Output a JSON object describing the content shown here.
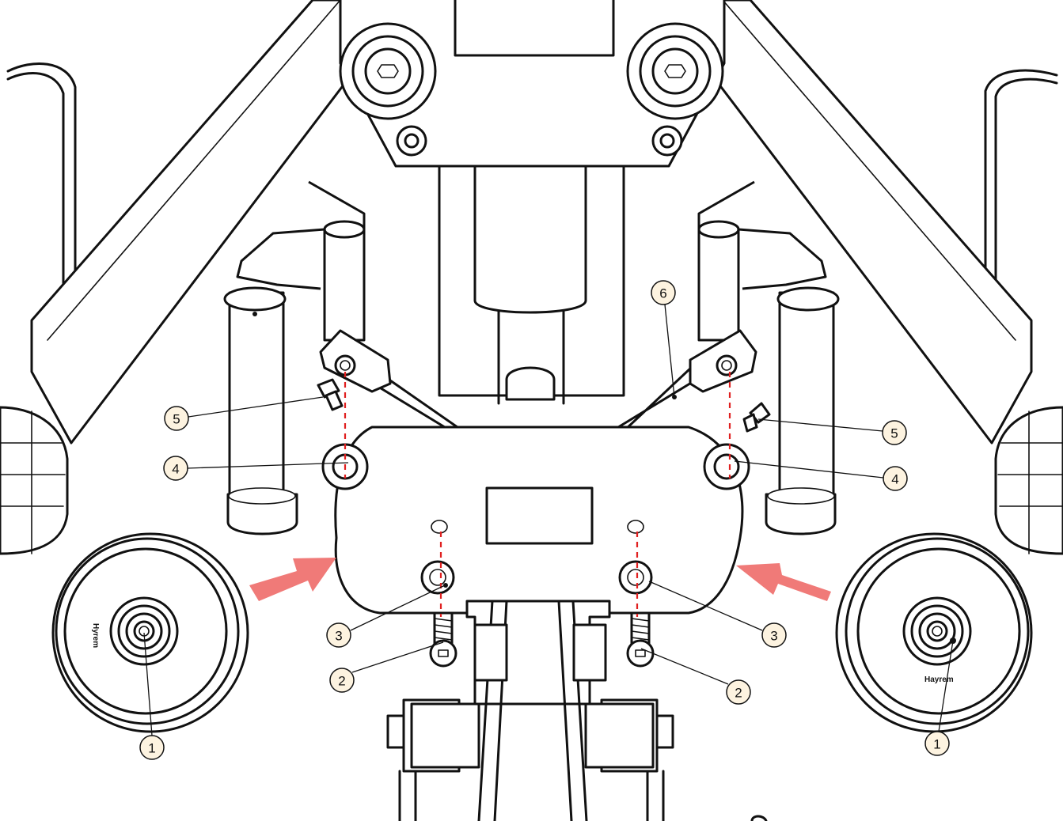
{
  "callouts": {
    "wheel_left": "1",
    "wheel_right": "1",
    "bolt_left": "2",
    "bolt_right": "2",
    "washer_left": "3",
    "washer_right": "3",
    "bushing_left": "4",
    "bushing_right": "4",
    "screw_left": "5",
    "screw_right": "5",
    "rod": "6"
  },
  "wheel_stamps": {
    "left": "Hyrem",
    "right": "Hayrem"
  },
  "colors": {
    "arrow": "#f07a78",
    "guide_dash": "#e02020",
    "callout_fill": "#fdf3e0",
    "line": "#111111"
  }
}
